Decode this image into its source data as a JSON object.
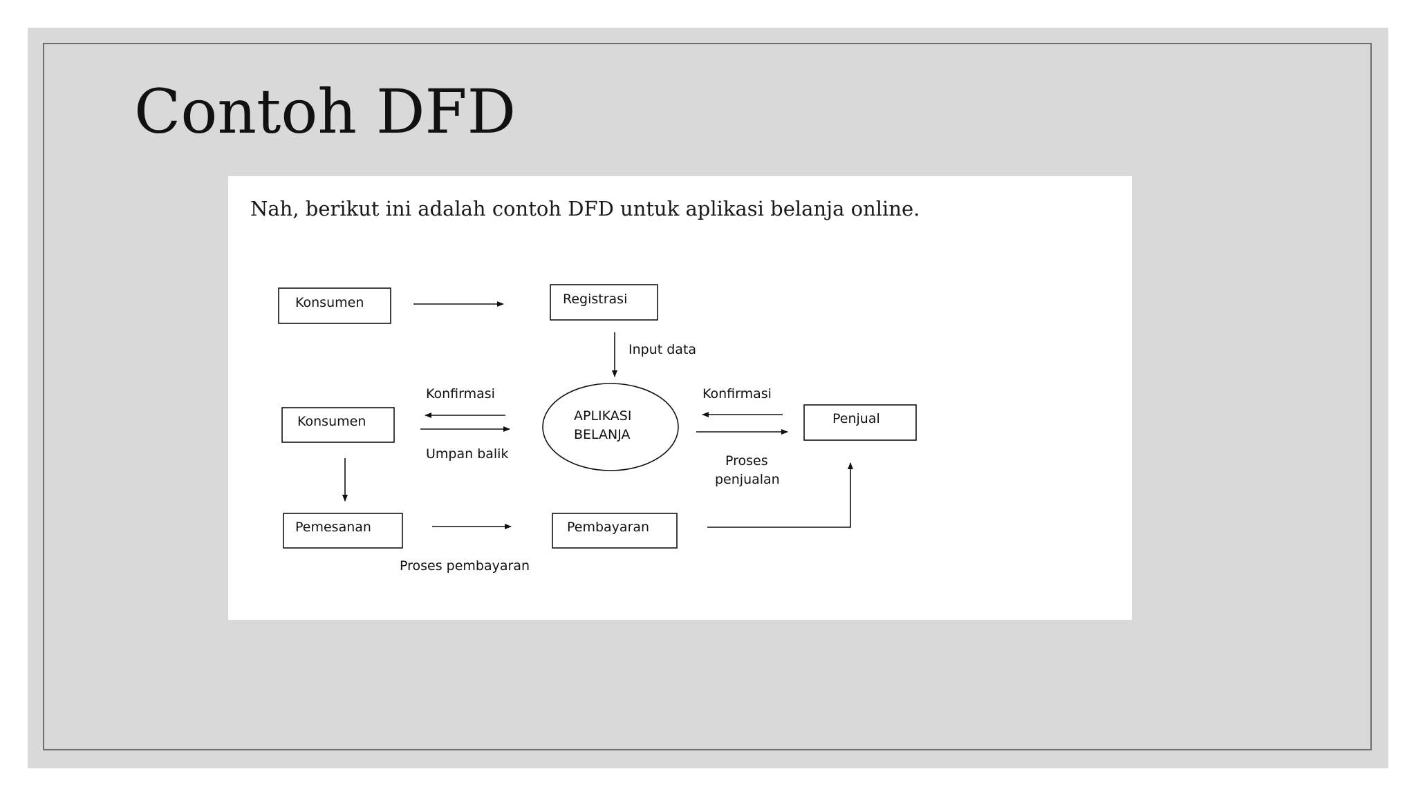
{
  "slide": {
    "title": "Contoh DFD",
    "intro": "Nah, berikut ini adalah contoh DFD untuk aplikasi belanja online."
  },
  "diagram": {
    "nodes": {
      "konsumen_top": "Konsumen",
      "registrasi": "Registrasi",
      "konsumen_mid": "Konsumen",
      "process_line1": "APLIKASI",
      "process_line2": "BELANJA",
      "penjual": "Penjual",
      "pemesanan": "Pemesanan",
      "pembayaran": "Pembayaran"
    },
    "flows": {
      "input_data": "Input data",
      "konfirmasi_left": "Konfirmasi",
      "umpan_balik": "Umpan balik",
      "konfirmasi_right": "Konfirmasi",
      "proses_penjualan_1": "Proses",
      "proses_penjualan_2": "penjualan",
      "proses_pembayaran": "Proses pembayaran"
    }
  }
}
